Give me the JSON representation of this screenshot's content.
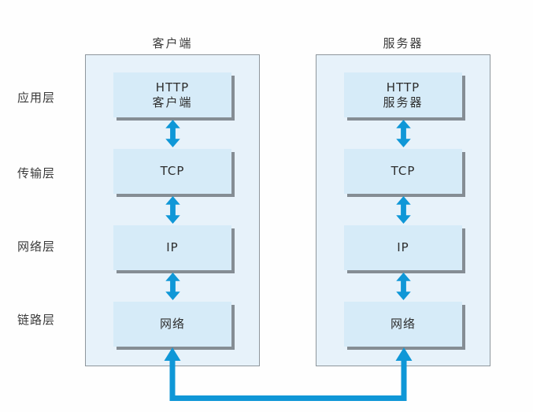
{
  "diagram": {
    "side_labels": [
      {
        "label": "应用层"
      },
      {
        "label": "传输层"
      },
      {
        "label": "网络层"
      },
      {
        "label": "链路层"
      }
    ],
    "stacks": [
      {
        "title": "客户端",
        "layers": [
          {
            "line1": "HTTP",
            "line2": "客户端"
          },
          {
            "line1": "TCP",
            "line2": ""
          },
          {
            "line1": "IP",
            "line2": ""
          },
          {
            "line1": "网络",
            "line2": ""
          }
        ]
      },
      {
        "title": "服务器",
        "layers": [
          {
            "line1": "HTTP",
            "line2": "服务器"
          },
          {
            "line1": "TCP",
            "line2": ""
          },
          {
            "line1": "IP",
            "line2": ""
          },
          {
            "line1": "网络",
            "line2": ""
          }
        ]
      }
    ],
    "icons": {
      "double_arrow": "double-arrow-icon",
      "bus_connector": "bottom-bus-connector-icon"
    },
    "colors": {
      "accent_blue": "#0f97d7",
      "container_fill": "#e7f2fa",
      "box_fill": "#d6ebf8",
      "border_gray": "#8e969c",
      "shadow_gray": "#858d94",
      "text": "#2d2d2d"
    }
  }
}
